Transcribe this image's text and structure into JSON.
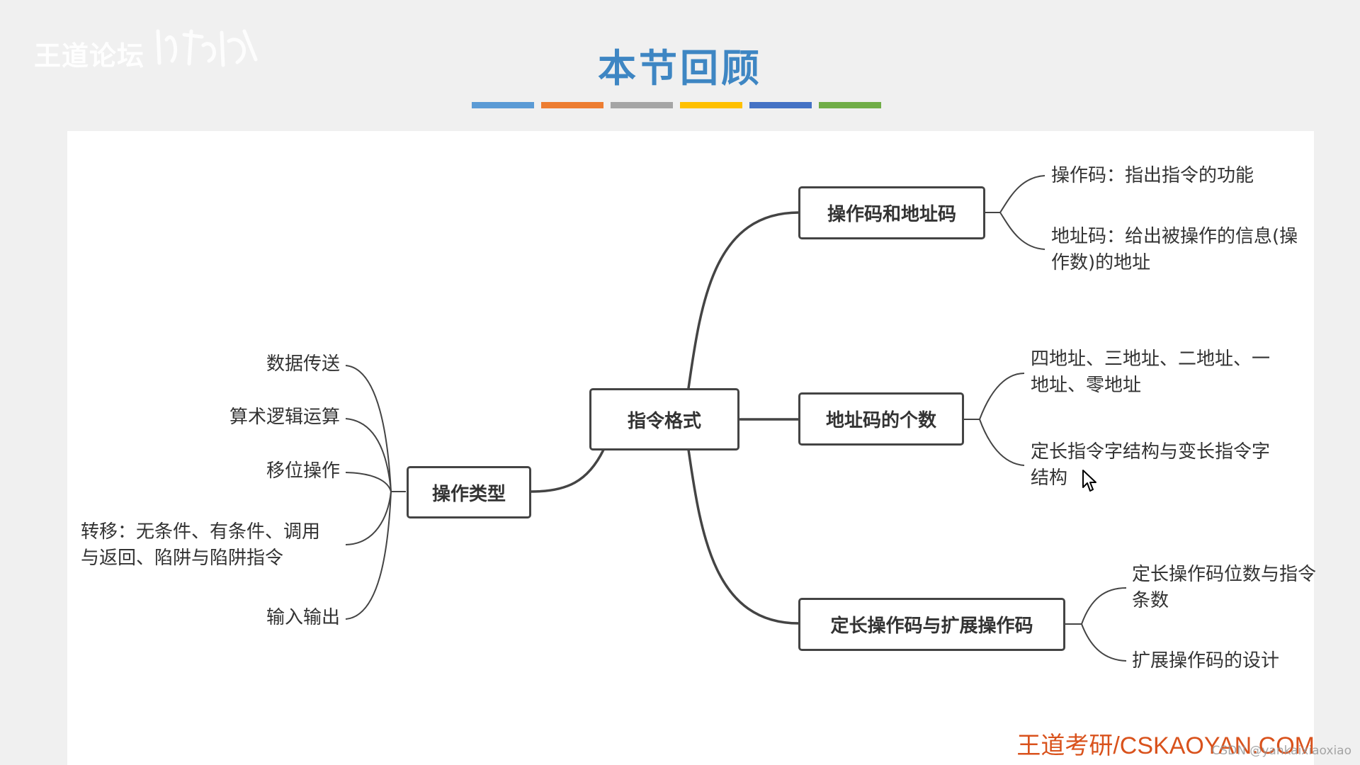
{
  "watermark": {
    "logo_text": "王道论坛"
  },
  "slide": {
    "title": "本节回顾",
    "color_bars": [
      "#5b9bd5",
      "#ed7d31",
      "#a5a5a5",
      "#ffc000",
      "#4472c4",
      "#70ad47"
    ]
  },
  "mindmap": {
    "root": "指令格式",
    "left_branch": {
      "label": "操作类型",
      "leaves": [
        "数据传送",
        "算术逻辑运算",
        "移位操作",
        "转移：无条件、有条件、调用与返回、陷阱与陷阱指令",
        "输入输出"
      ]
    },
    "right_branches": [
      {
        "label": "操作码和地址码",
        "leaves": [
          "操作码：指出指令的功能",
          "地址码：给出被操作的信息(操作数)的地址"
        ]
      },
      {
        "label": "地址码的个数",
        "leaves": [
          "四地址、三地址、二地址、一地址、零地址",
          "定长指令字结构与变长指令字结构"
        ]
      },
      {
        "label": "定长操作码与扩展操作码",
        "leaves": [
          "定长操作码位数与指令条数",
          "扩展操作码的设计"
        ]
      }
    ]
  },
  "footer": {
    "brand": "王道考研/CSKAOYAN.COM",
    "credit": "CSDN @yankaixiaoxiao"
  }
}
